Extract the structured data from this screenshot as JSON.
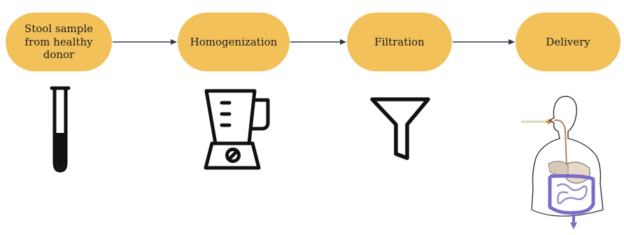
{
  "steps": [
    {
      "id": "stool-sample",
      "label": "Stool sample\nfrom healthy\ndonor",
      "icon": "test-tube-icon"
    },
    {
      "id": "homogenization",
      "label": "Homogenization",
      "icon": "blender-icon"
    },
    {
      "id": "filtration",
      "label": "Filtration",
      "icon": "funnel-icon"
    },
    {
      "id": "delivery",
      "label": "Delivery",
      "icon": "digestive-system-icon"
    }
  ],
  "colors": {
    "step_fill": "#f3c15a",
    "arrow": "#2f3b4c",
    "icon": "#111111",
    "tract_outline": "#c07a55",
    "intestine": "#7a6cc8",
    "delivery_arrow": "#c9e2a8"
  }
}
